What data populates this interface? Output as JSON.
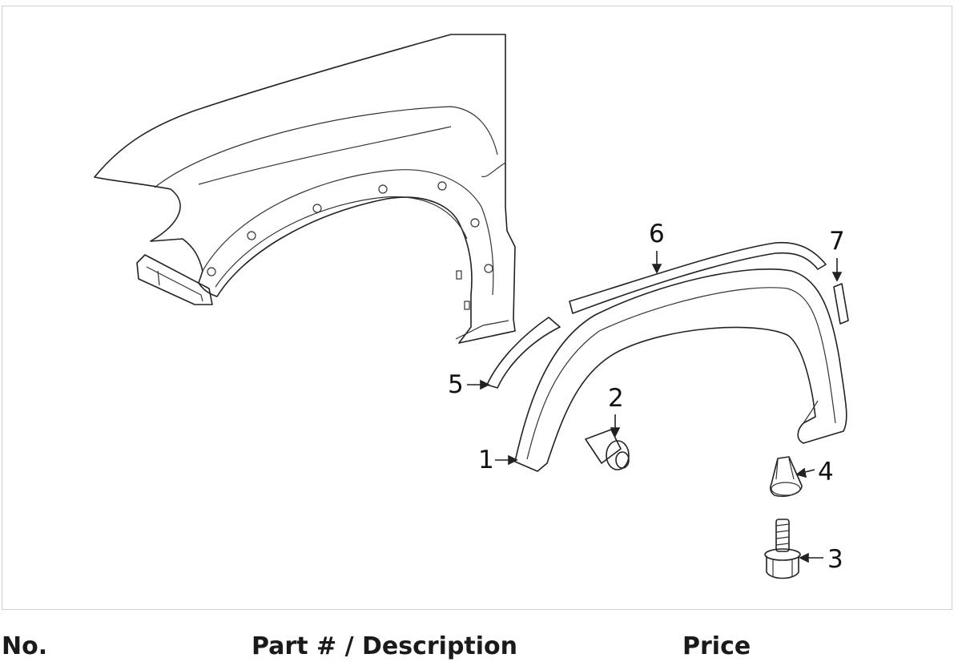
{
  "diagram": {
    "callouts": [
      {
        "id": "1",
        "label": "1"
      },
      {
        "id": "2",
        "label": "2"
      },
      {
        "id": "3",
        "label": "3"
      },
      {
        "id": "4",
        "label": "4"
      },
      {
        "id": "5",
        "label": "5"
      },
      {
        "id": "6",
        "label": "6"
      },
      {
        "id": "7",
        "label": "7"
      }
    ]
  },
  "table": {
    "col_no": "No.",
    "col_part": "Part # / Description",
    "col_price": "Price"
  }
}
